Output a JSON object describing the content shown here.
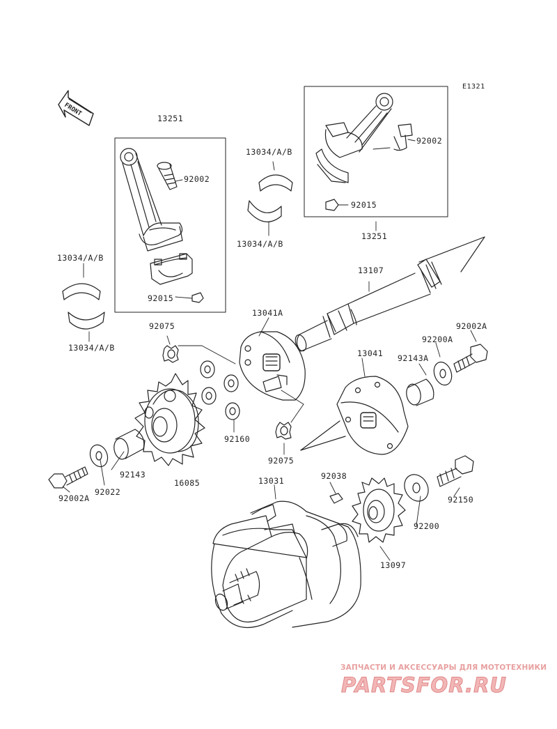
{
  "diagram_code": "E1321",
  "front_label": "FRONT",
  "callouts": {
    "rod_assy_left": "13251",
    "bolt_left": "92002",
    "nut_left": "92015",
    "bearing_upper_mid": "13034/A/B",
    "bearing_lower_mid": "13034/A/B",
    "bearing_upper_left": "13034/A/B",
    "bearing_lower_left": "13034/A/B",
    "bolt_right": "92002",
    "nut_right": "92015",
    "rod_assy_right": "13251",
    "shaft": "13107",
    "coupling_a": "13041A",
    "coupling": "13041",
    "bolt_a_right": "92002A",
    "washer_a_right": "92200A",
    "collar_a_right": "92143A",
    "damper_upper": "92075",
    "damper_lower": "92075",
    "rubber_dampers": "92160",
    "collar_left": "92143",
    "washer_left": "92022",
    "bolt_a_left": "92002A",
    "gear_left": "16085",
    "crankshaft": "13031",
    "key": "92038",
    "washer_right": "92200",
    "bolt_right_lower": "92150",
    "gear_right": "13097"
  },
  "watermark": {
    "tagline": "ЗАПЧАСТИ И АКСЕССУАРЫ ДЛЯ МОТОТЕХНИКИ",
    "logo": "PARTSFOR.RU"
  }
}
